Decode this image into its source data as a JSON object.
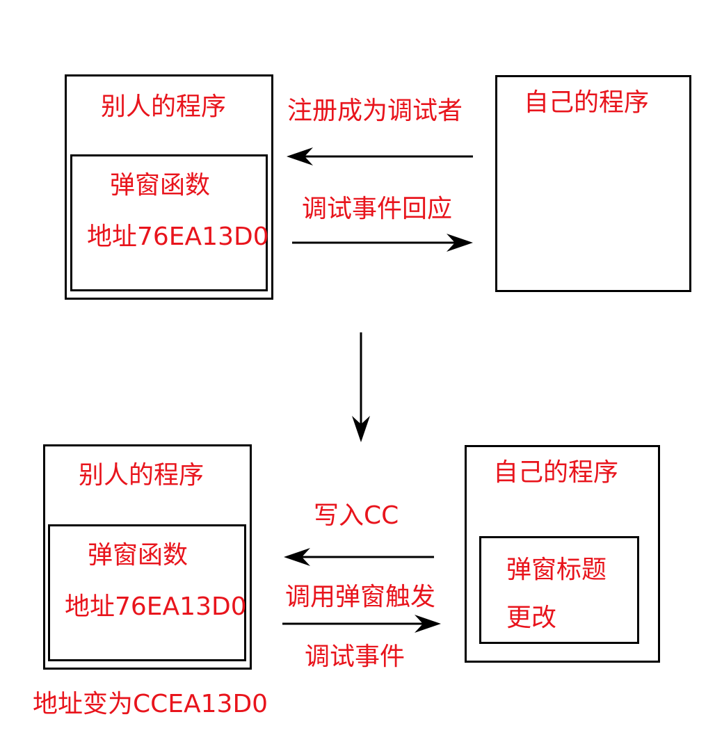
{
  "colors": {
    "text": "#e8141c",
    "stroke": "#000000",
    "background": "#ffffff"
  },
  "top": {
    "other_program": {
      "title": "别人的程序",
      "inner": {
        "line1": "弹窗函数",
        "line2": "地址76EA13D0"
      }
    },
    "own_program": {
      "title": "自己的程序"
    },
    "arrow_left_label": "注册成为调试者",
    "arrow_right_label": "调试事件回应"
  },
  "bottom": {
    "other_program": {
      "title": "别人的程序",
      "inner": {
        "line1": "弹窗函数",
        "line2": "地址76EA13D0"
      },
      "note": "地址变为CCEA13D0"
    },
    "own_program": {
      "title": "自己的程序",
      "inner": {
        "line1": "弹窗标题",
        "line2": "更改"
      }
    },
    "arrow_left_label": "写入CC",
    "arrow_right_label_1": "调用弹窗触发",
    "arrow_right_label_2": "调试事件"
  }
}
